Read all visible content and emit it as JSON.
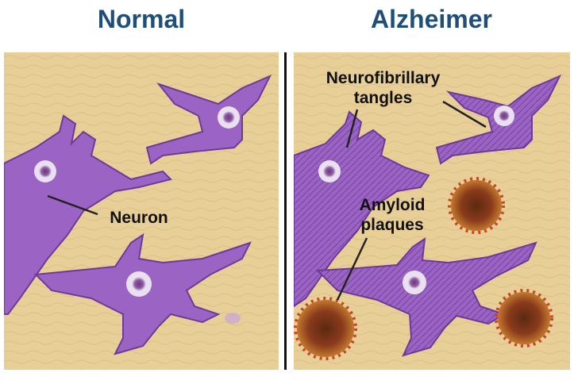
{
  "titles": {
    "normal": "Normal",
    "alzheimer": "Alzheimer"
  },
  "labels": {
    "neuron": "Neuron",
    "tangles_line1": "Neurofibrillary",
    "tangles_line2": "tangles",
    "plaques_line1": "Amyloid",
    "plaques_line2": "plaques"
  },
  "colors": {
    "title": "#1f4e79",
    "tissue": "#e7cf97",
    "neuron": "#9b63c4",
    "neuron_dark": "#6e3a9a",
    "plaque": "#8a3a1c",
    "divider": "#111111"
  }
}
